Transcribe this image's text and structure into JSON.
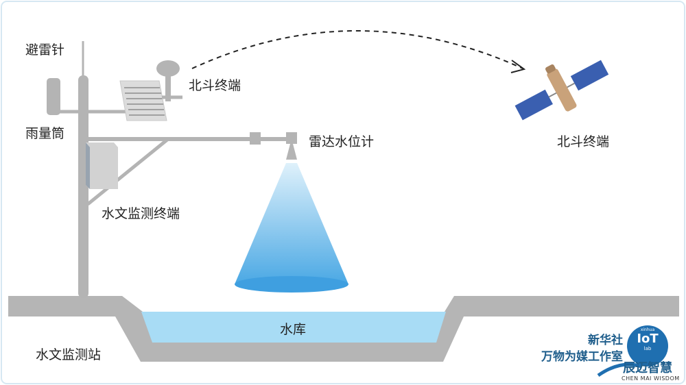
{
  "labels": {
    "lightning_rod": "避雷针",
    "beidou_terminal_station": "北斗终端",
    "rain_gauge": "雨量筒",
    "radar_level_meter": "雷达水位计",
    "hydrology_terminal": "水文监测终端",
    "beidou_terminal_satellite": "北斗终端",
    "reservoir": "水库",
    "hydrology_station": "水文监测站"
  },
  "watermark": {
    "line1": "新华社",
    "line2": "万物为媒工作室",
    "badge_top": "xinhua",
    "badge_main": "IoT",
    "badge_sub": "lab",
    "brand_cn": "辰迈智慧",
    "brand_en": "CHEN MAI WISDOM"
  },
  "colors": {
    "equipment": "#b4b4b4",
    "water": "#a8dcf5",
    "beam": "#5ab4e8",
    "satellite_panel": "#3a5fb0",
    "badge": "#1f6fb0"
  }
}
